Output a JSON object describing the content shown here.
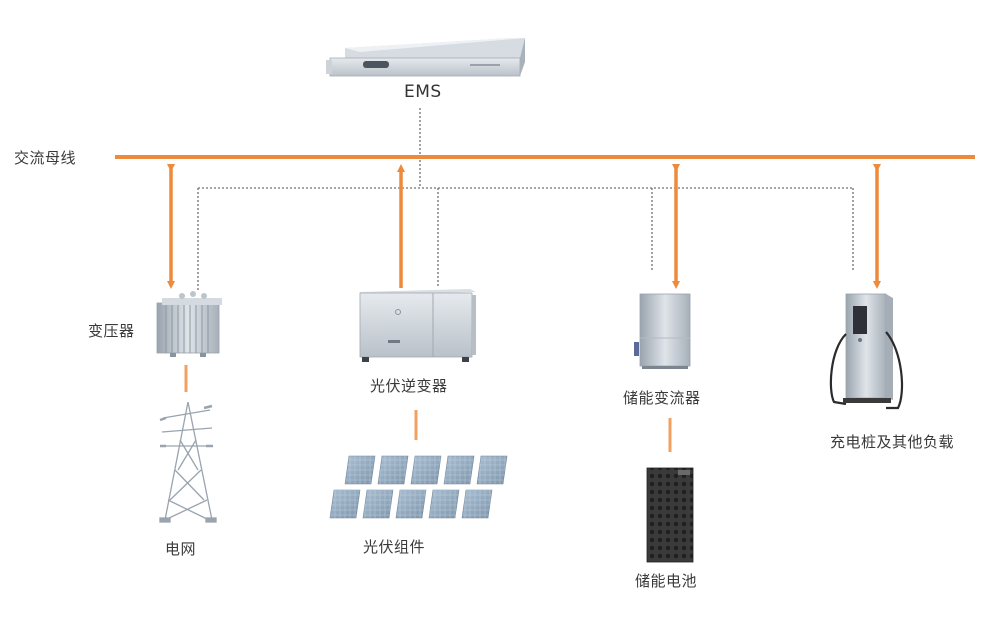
{
  "diagram": {
    "title": "EMS energy management topology",
    "colors": {
      "ac_bus": "#ee8a3c",
      "power_arrow": "#ee8a3c",
      "comm_line": "#8a8a8a",
      "device_gray": "#c8ced5",
      "battery_dark": "#3b3b3b",
      "label_text": "#3a3a3a"
    },
    "ems": {
      "label": "EMS",
      "icon": "server-rack-icon"
    },
    "ac_bus": {
      "label": "交流母线"
    },
    "nodes": [
      {
        "id": "transformer",
        "label": "变压器",
        "icon": "transformer-icon",
        "power_flow": "bidirectional"
      },
      {
        "id": "grid",
        "label": "电网",
        "icon": "transmission-tower-icon",
        "connects_to": "transformer"
      },
      {
        "id": "pv-inverter",
        "label": "光伏逆变器",
        "icon": "inverter-icon",
        "power_flow": "to-bus"
      },
      {
        "id": "pv-modules",
        "label": "光伏组件",
        "icon": "solar-panel-icon",
        "connects_to": "pv-inverter"
      },
      {
        "id": "pcs",
        "label": "储能变流器",
        "icon": "storage-converter-icon",
        "power_flow": "bidirectional"
      },
      {
        "id": "battery",
        "label": "储能电池",
        "icon": "battery-cabinet-icon",
        "connects_to": "pcs"
      },
      {
        "id": "charger",
        "label": "充电桩及其他负载",
        "icon": "ev-charger-icon",
        "power_flow": "bidirectional"
      }
    ]
  }
}
